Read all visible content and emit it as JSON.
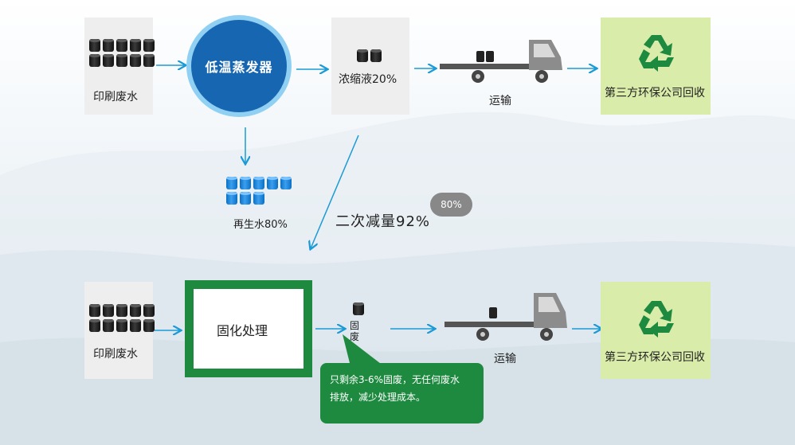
{
  "top_row": {
    "source": "印刷废水",
    "evaporator": "低温蒸发器",
    "concentrate": "浓缩液20%",
    "transport": "运输",
    "recycler": "第三方环保公司回收"
  },
  "recycled_water": "再生水80%",
  "reduction": {
    "text": "二次减量92%",
    "badge": "80%"
  },
  "bottom_row": {
    "source": "印刷废水",
    "solidify": "固化处理",
    "solid_waste": "固废",
    "transport": "运输",
    "recycler": "第三方环保公司回收"
  },
  "callout": {
    "line1": "只剩余3-6%固废，无任何废水",
    "line2": "排放，减少处理成本。"
  },
  "colors": {
    "arrow": "#1a9ad6",
    "evaporator": "#1766b1",
    "evaporator_ring": "#8fd0f3",
    "green": "#1e8a3f",
    "recycler_bg": "#d9ecaa",
    "panel": "#eeeeee"
  },
  "icons": [
    "recycle-icon",
    "truck-icon",
    "barrel-icon"
  ]
}
